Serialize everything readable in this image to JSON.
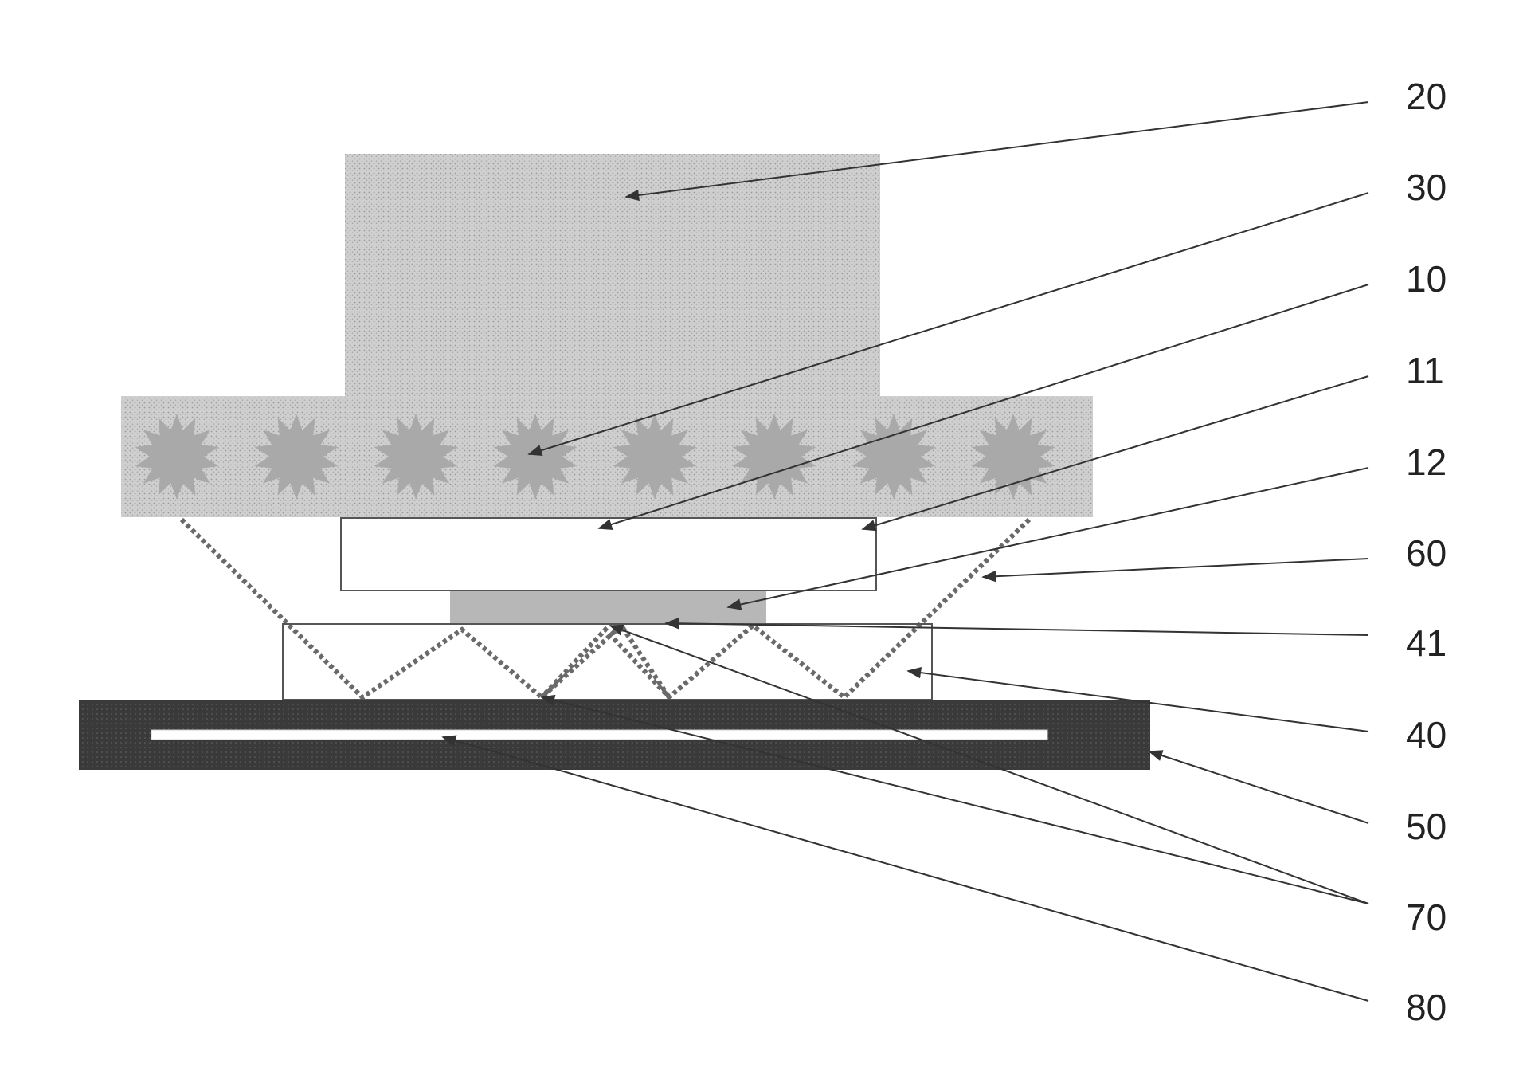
{
  "diagram": {
    "labels": {
      "l20": "20",
      "l30": "30",
      "l10": "10",
      "l11": "11",
      "l12": "12",
      "l60": "60",
      "l41": "41",
      "l40": "40",
      "l50": "50",
      "l70": "70",
      "l80": "80"
    },
    "colors": {
      "stipple_fill": "#c9c9c9",
      "particle_fill": "#a9a9a9",
      "layer_12_fill": "#b4b4b4",
      "substrate_fill": "#3c3c3c",
      "ray_color": "#666666",
      "leader_color": "#333333",
      "outline_color": "#555555"
    }
  }
}
